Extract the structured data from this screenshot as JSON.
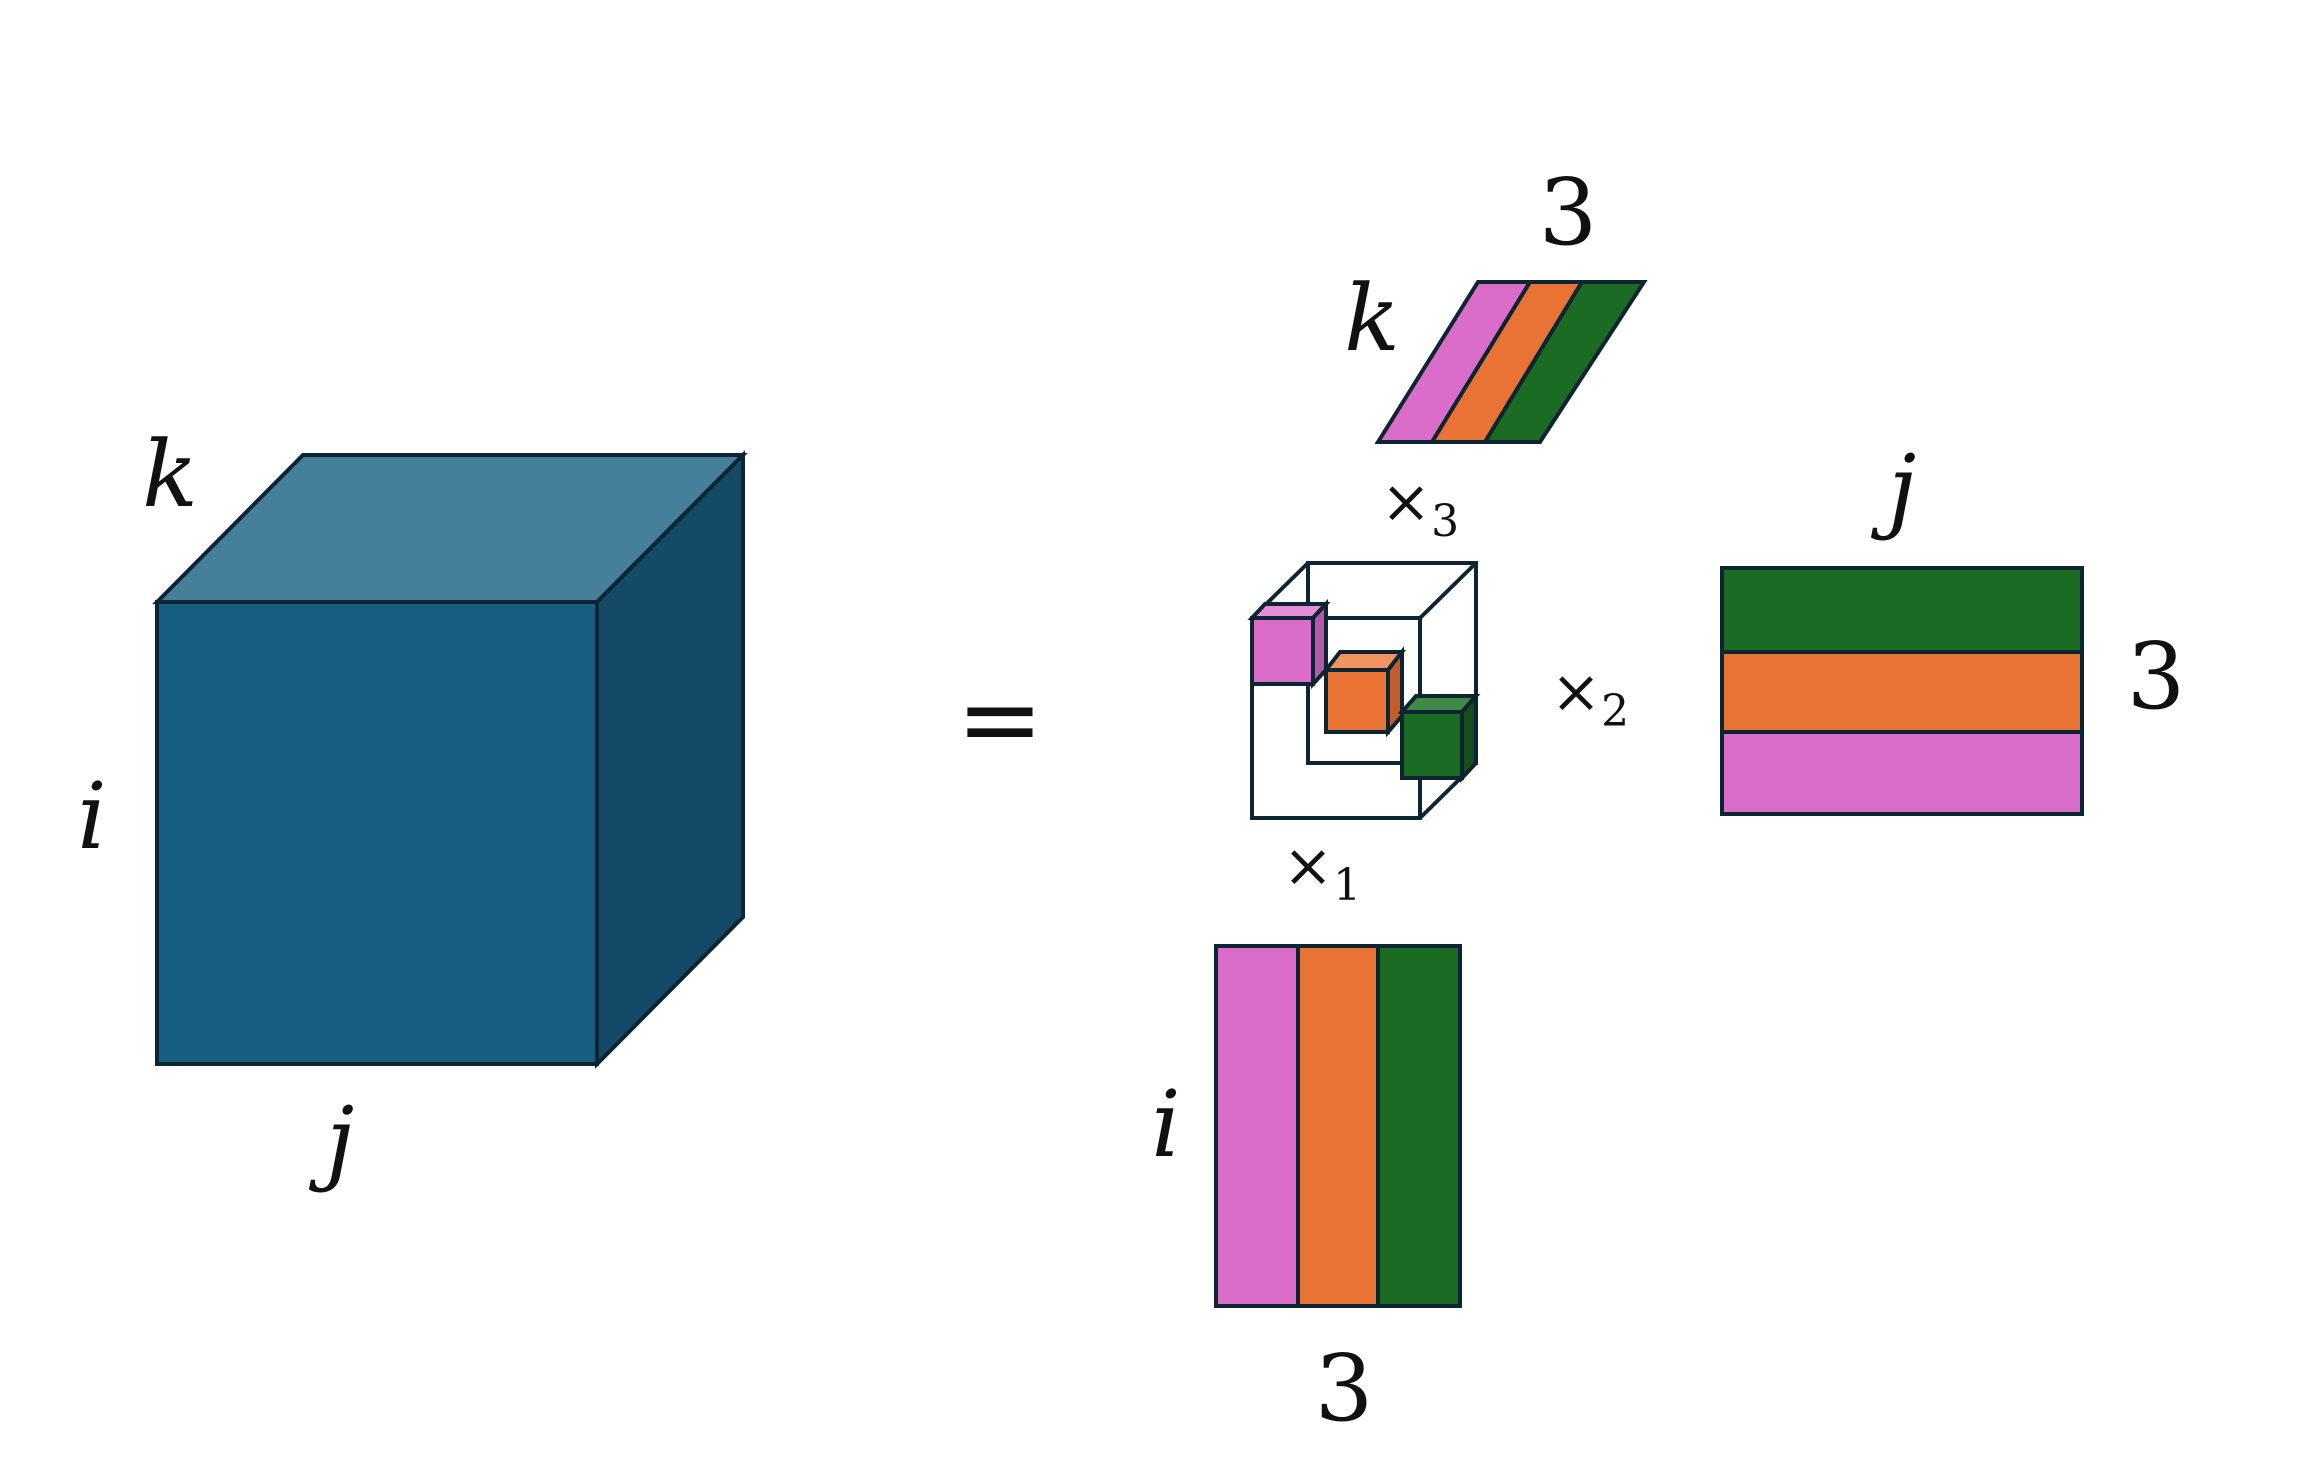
{
  "labels": {
    "tensor_i": "i",
    "tensor_j": "j",
    "tensor_k": "k",
    "equals": "=",
    "mode1": "×1",
    "mode2": "×2",
    "mode3": "×3",
    "factor_a_row": "i",
    "factor_a_rank": "3",
    "factor_b_row": "j",
    "factor_b_rank": "3",
    "factor_c_row": "k",
    "factor_c_rank": "3"
  },
  "colors": {
    "tensor_front": "#175f80",
    "tensor_top": "#457f99",
    "tensor_side": "#154a66",
    "outline": "#0d2533",
    "component_1": "#d96dc8",
    "component_2": "#e87335",
    "component_3": "#1b6b23"
  }
}
